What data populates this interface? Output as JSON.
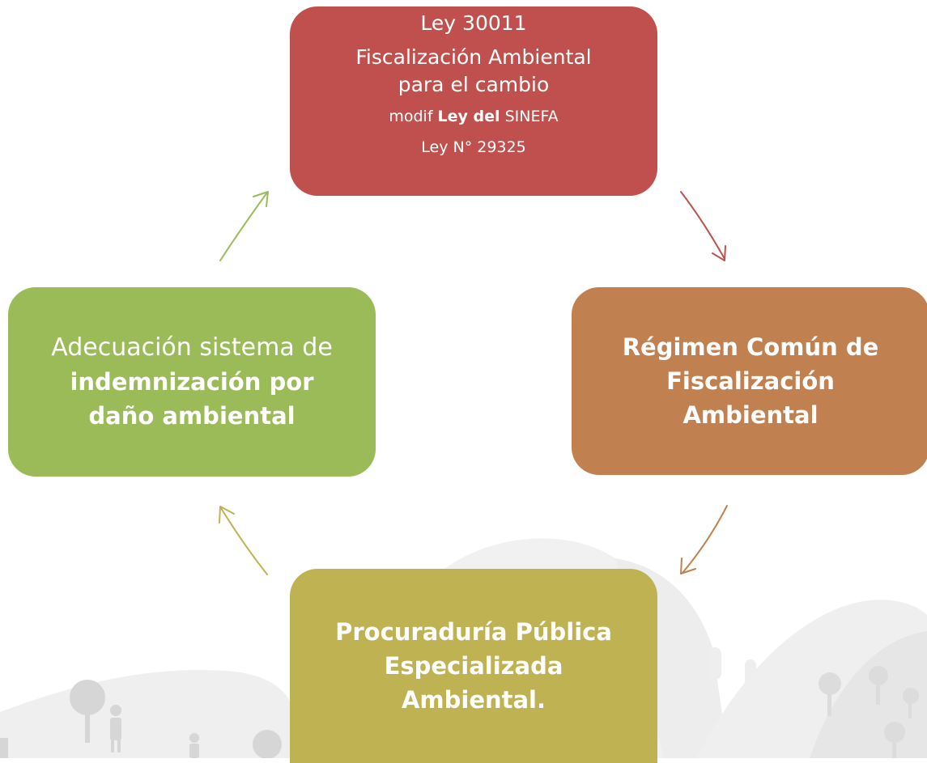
{
  "nodes": {
    "top": {
      "line1": "Ley 30011",
      "line2": "Fiscalización Ambiental",
      "line3": "para el cambio",
      "line4_prefix": "modif ",
      "line4_bold": "Ley del",
      "line4_suffix": " SINEFA",
      "line5": "Ley N° 29325",
      "color": "#c0504d"
    },
    "right": {
      "line1": "Régimen Común de",
      "line2": "Fiscalización",
      "line3": "Ambiental",
      "color": "#c0804f"
    },
    "bottom": {
      "line1": "Procuraduría Pública",
      "line2": "Especializada",
      "line3": "Ambiental.",
      "color": "#bfb253"
    },
    "left": {
      "line1": "Adecuación sistema de",
      "line2": "indemnización por",
      "line3": "daño ambiental",
      "color": "#9bbb59"
    }
  },
  "arrows": [
    {
      "from": "top",
      "to": "right",
      "color": "#c0504d"
    },
    {
      "from": "right",
      "to": "bottom",
      "color": "#c0804f"
    },
    {
      "from": "bottom",
      "to": "left",
      "color": "#bfb253"
    },
    {
      "from": "left",
      "to": "top",
      "color": "#9bbb59"
    }
  ]
}
